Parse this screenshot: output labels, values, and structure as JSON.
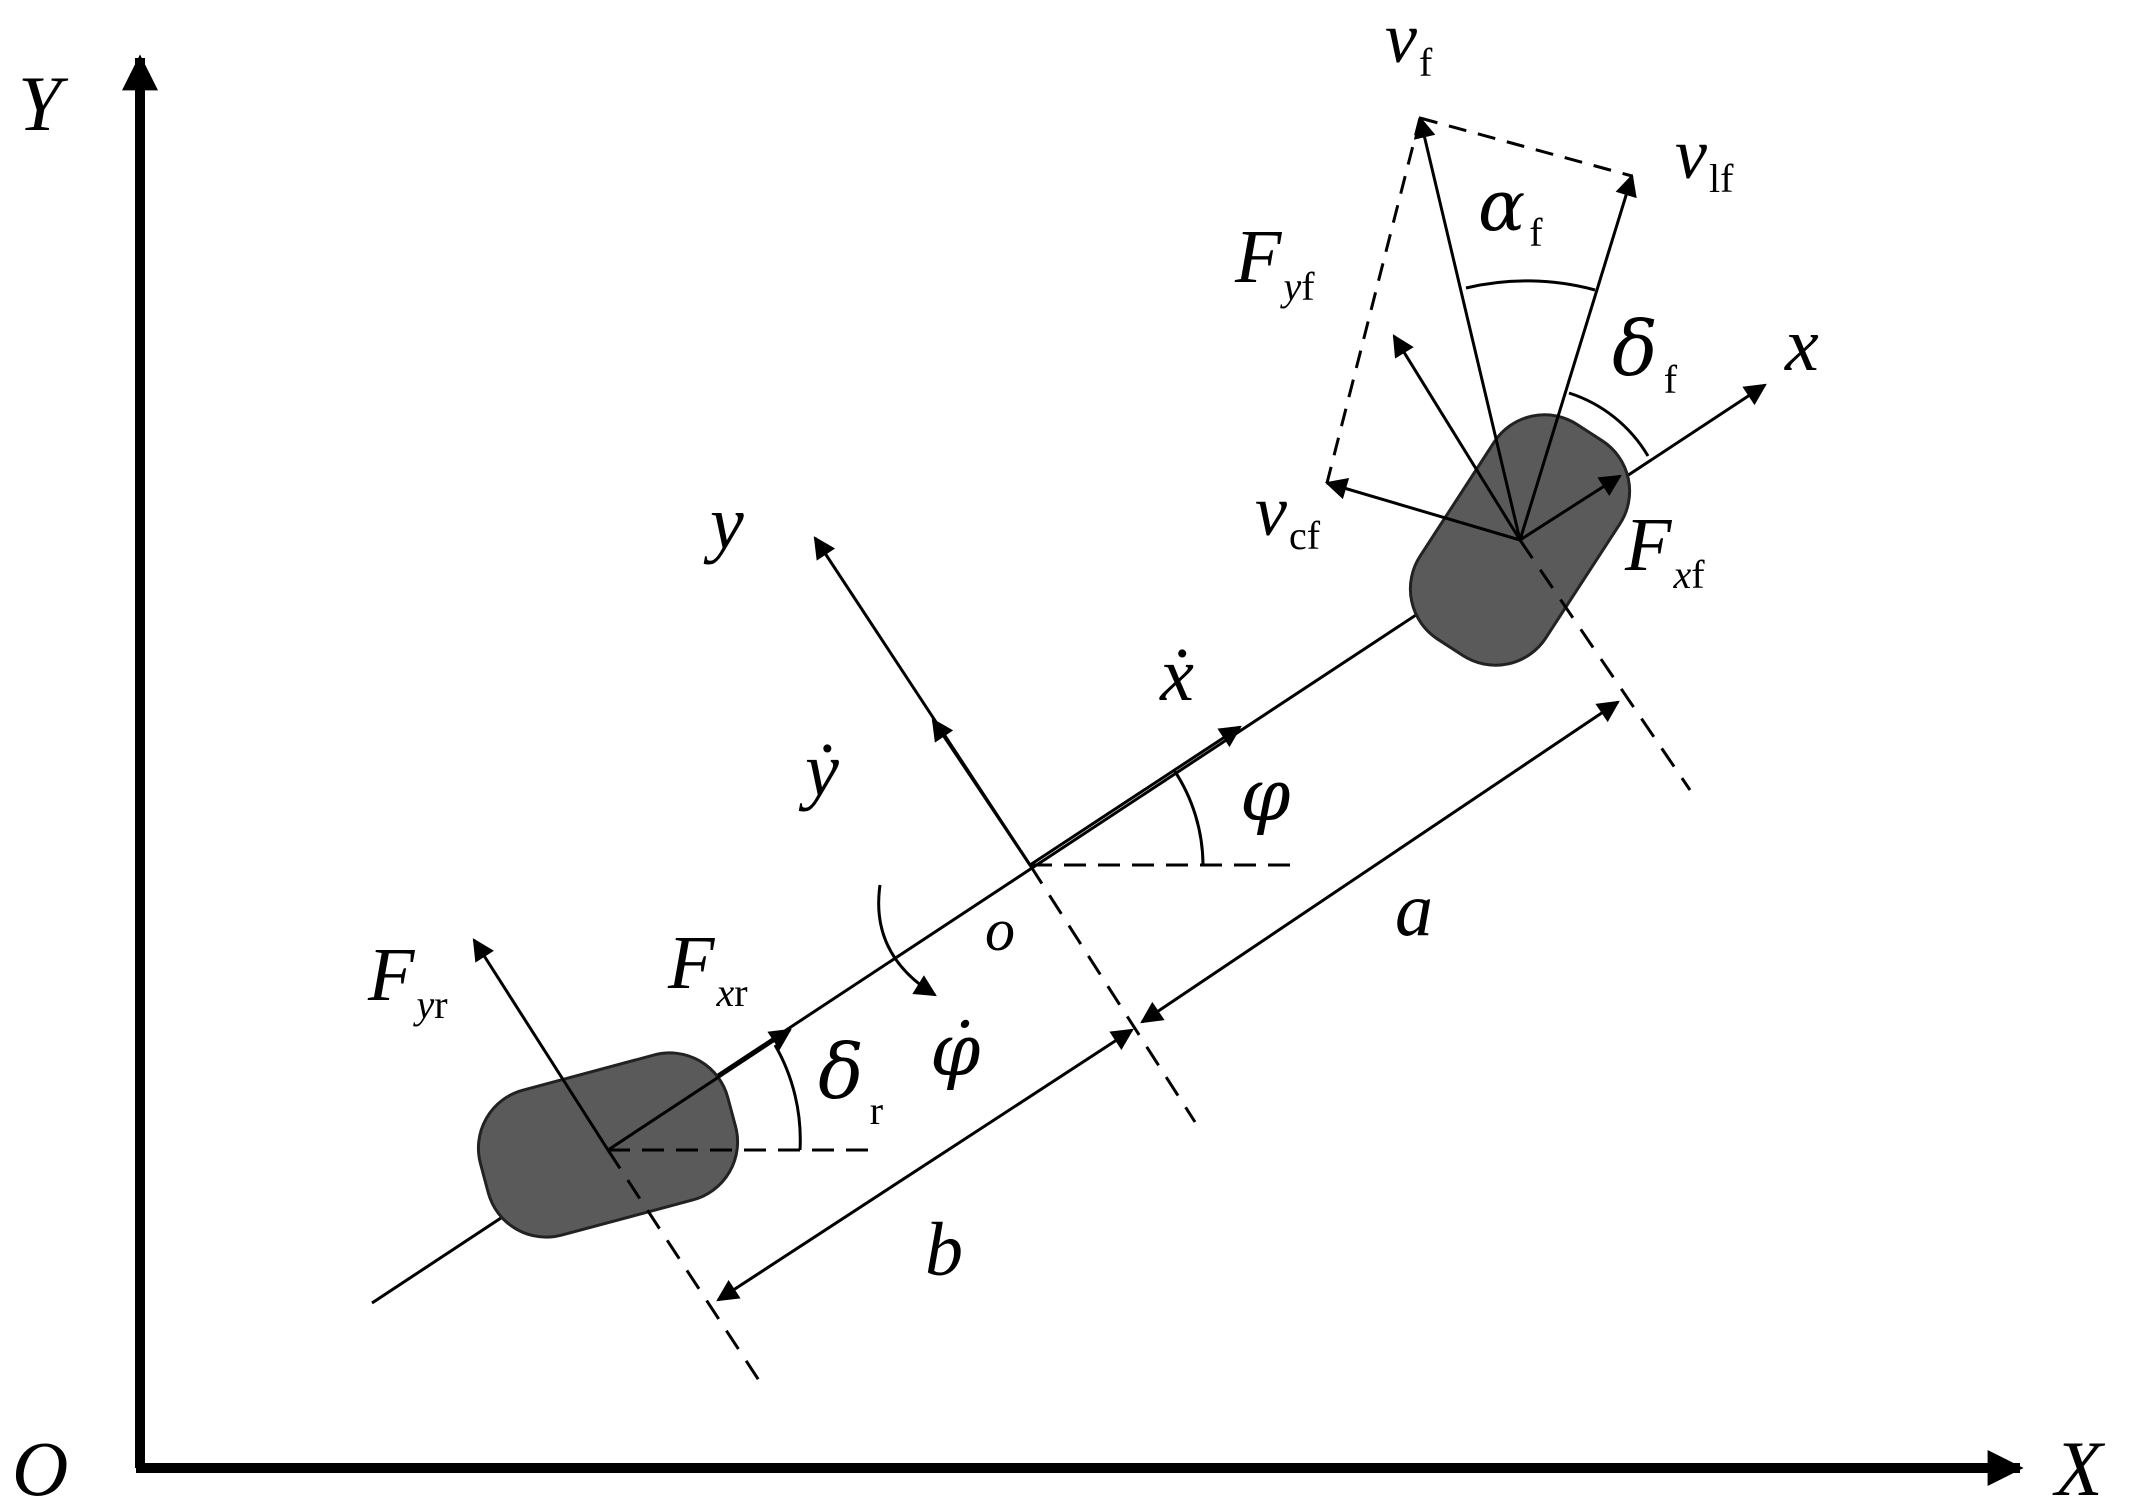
{
  "axes": {
    "origin": "O",
    "x_axis": "X",
    "y_axis": "Y"
  },
  "body_axes": {
    "x": "x",
    "y": "y",
    "origin": "o"
  },
  "velocities": {
    "x_dot": "ẋ",
    "y_dot": "ẏ",
    "phi_dot": "φ̇"
  },
  "angles": {
    "phi": "φ",
    "delta_f": {
      "main": "δ",
      "sub": "f"
    },
    "delta_r": {
      "main": "δ",
      "sub": "r"
    },
    "alpha_f": {
      "main": "α",
      "sub": "f"
    }
  },
  "dimensions": {
    "a": "a",
    "b": "b"
  },
  "front_wheel": {
    "v_f": {
      "main": "v",
      "sub": "f"
    },
    "v_lf": {
      "main": "v",
      "sub": "lf"
    },
    "v_cf": {
      "main": "v",
      "sub": "cf"
    },
    "F_yf": {
      "main": "F",
      "sub_i": "y",
      "sub": "f"
    },
    "F_xf": {
      "main": "F",
      "sub_i": "x",
      "sub": "f"
    }
  },
  "rear_wheel": {
    "F_yr": {
      "main": "F",
      "sub_i": "y",
      "sub": "r"
    },
    "F_xr": {
      "main": "F",
      "sub_i": "x",
      "sub": "r"
    }
  },
  "colors": {
    "line": "#000000",
    "wheel_fill": "#5a5a5a",
    "background": "#ffffff"
  }
}
